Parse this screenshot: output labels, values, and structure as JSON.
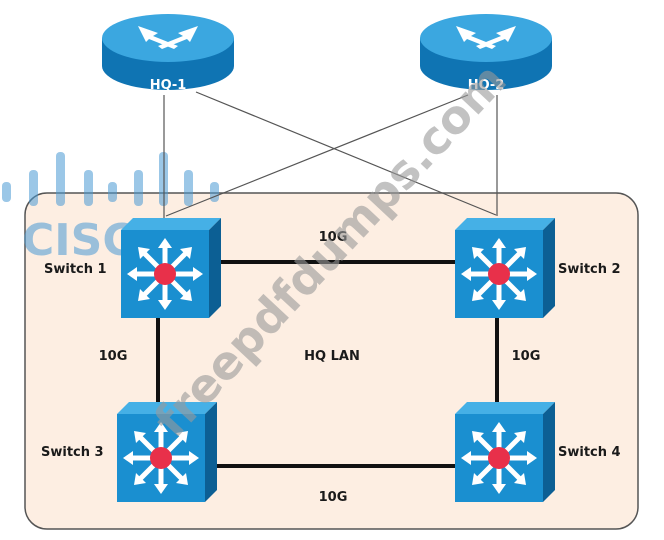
{
  "diagram": {
    "zone_label": "HQ LAN",
    "routers": [
      {
        "id": "hq1",
        "label": "HQ-1"
      },
      {
        "id": "hq2",
        "label": "HQ-2"
      }
    ],
    "switches": [
      {
        "id": "sw1",
        "label": "Switch 1"
      },
      {
        "id": "sw2",
        "label": "Switch 2"
      },
      {
        "id": "sw3",
        "label": "Switch 3"
      },
      {
        "id": "sw4",
        "label": "Switch 4"
      }
    ],
    "links": [
      {
        "from": "sw1",
        "to": "sw2",
        "label": "10G"
      },
      {
        "from": "sw1",
        "to": "sw3",
        "label": "10G"
      },
      {
        "from": "sw2",
        "to": "sw4",
        "label": "10G"
      },
      {
        "from": "sw3",
        "to": "sw4",
        "label": "10G"
      },
      {
        "from": "hq1",
        "to": "sw1",
        "label": ""
      },
      {
        "from": "hq1",
        "to": "sw2",
        "label": ""
      },
      {
        "from": "hq2",
        "to": "sw1",
        "label": ""
      },
      {
        "from": "hq2",
        "to": "sw2",
        "label": ""
      }
    ],
    "colors": {
      "device_blue": "#1a8fd0",
      "device_dark": "#0c5f94",
      "zone_fill": "#fdeee2",
      "center_red": "#e8304a"
    }
  },
  "watermarks": {
    "site": "freepdfdumps.com",
    "brand": "CISC"
  }
}
